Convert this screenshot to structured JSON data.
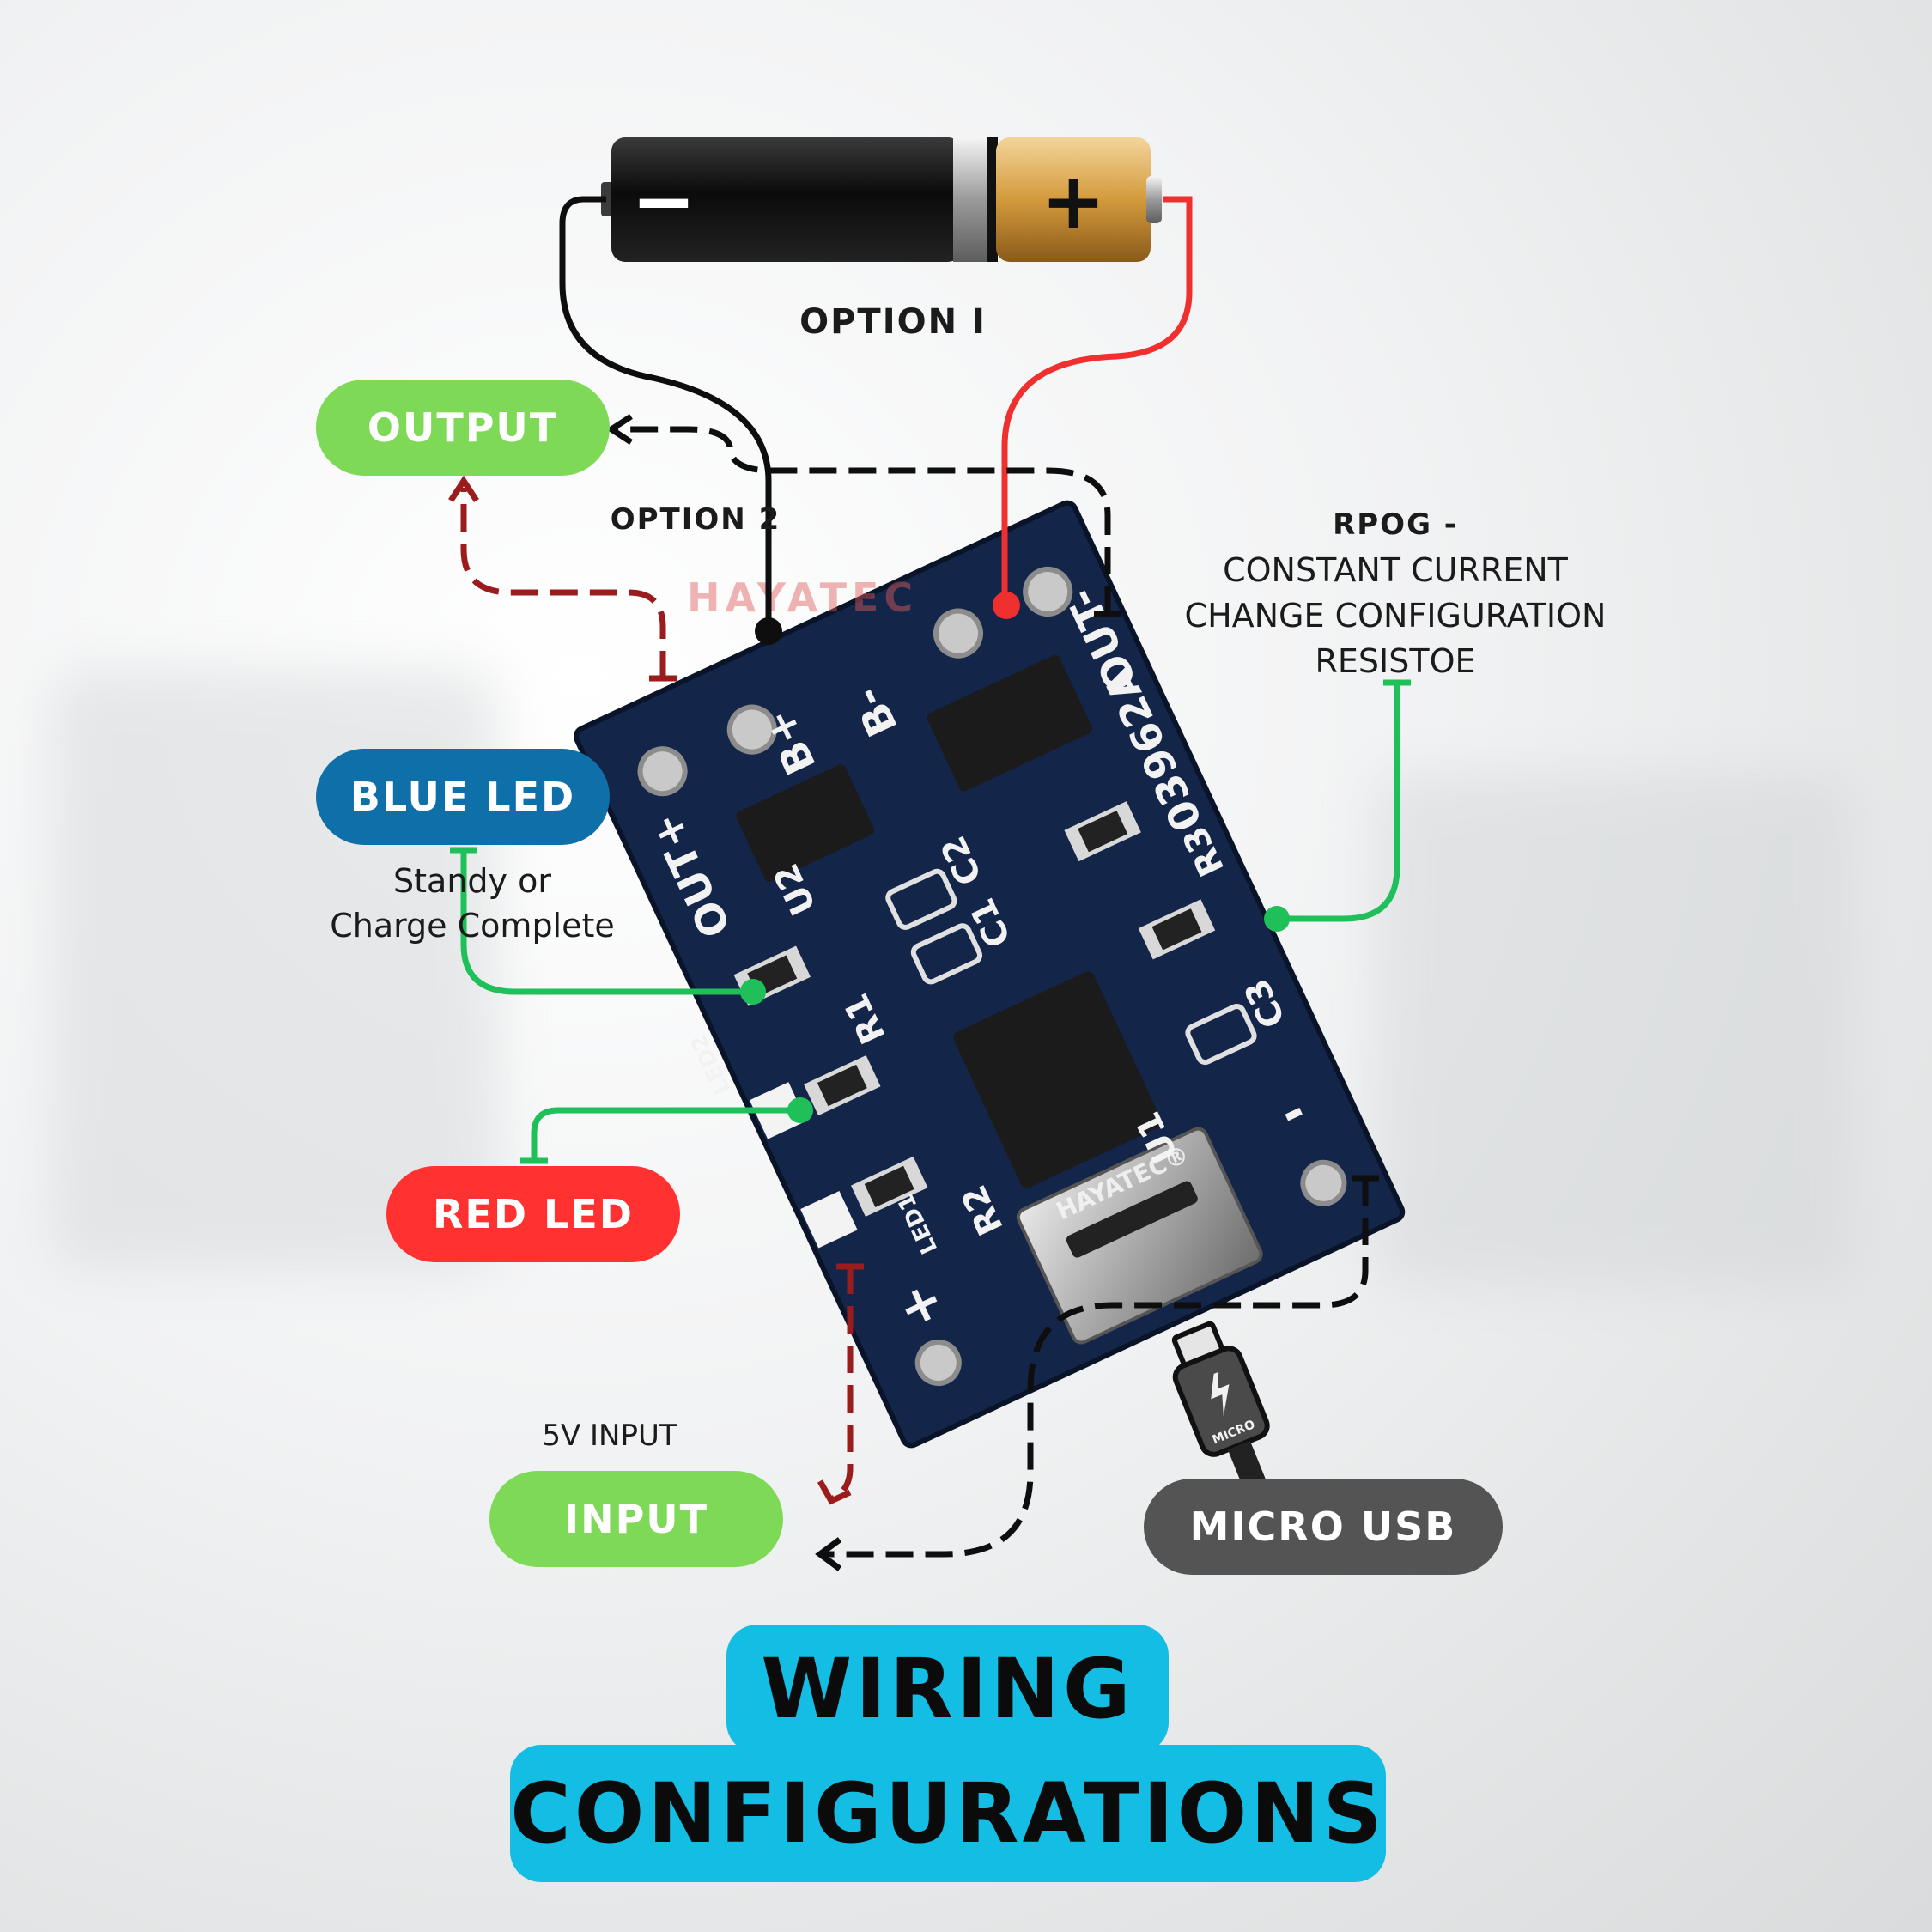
{
  "battery": {
    "minus_sign": "−",
    "plus_sign": "+"
  },
  "labels": {
    "option1": "OPTION I",
    "option2": "OPTION 2",
    "rpog_title": "RPOG -",
    "rpog_line1": "CONSTANT CURRENT",
    "rpog_line2": "CHANGE CONFIGURATION",
    "rpog_line3": "RESISTOE",
    "blue_desc_line1": "Standy or",
    "blue_desc_line2": "Charge Complete",
    "input_desc": "5V INPUT"
  },
  "pills": {
    "output": "OUTPUT",
    "blue_led": "BLUE LED",
    "red_led": "RED LED",
    "input": "INPUT",
    "micro_usb": "MICRO USB"
  },
  "board": {
    "watermark": "HAYATEC",
    "pad_b_plus": "B+",
    "pad_b_minus": "B-",
    "pad_out_plus": "OUT+",
    "pad_out_minus": "OUT-",
    "model_code": "03962A",
    "r1": "R1",
    "r2": "R2",
    "r3": "R3",
    "c1": "C1",
    "c2": "C2",
    "c3": "C3",
    "led1": "LED1",
    "led2": "LED2",
    "u1": "U1",
    "u2": "U2",
    "in_plus": "+",
    "in_minus": "-",
    "usb_brand": "HAYATEC®",
    "cable_text": "MICRO"
  },
  "title": {
    "line1": "WIRING",
    "line2": "CONFIGURATIONS"
  },
  "colors": {
    "green_pill": "#7ed957",
    "blue_pill": "#0f6fa8",
    "red_pill": "#ff3131",
    "usb_pill": "#545454",
    "title_bg": "#13bde4",
    "board": "#14254a",
    "wire_red": "#f02f2f",
    "wire_dark_red": "#9b1c1c",
    "wire_green": "#1fbf5a",
    "wire_black": "#0e0e0e"
  }
}
